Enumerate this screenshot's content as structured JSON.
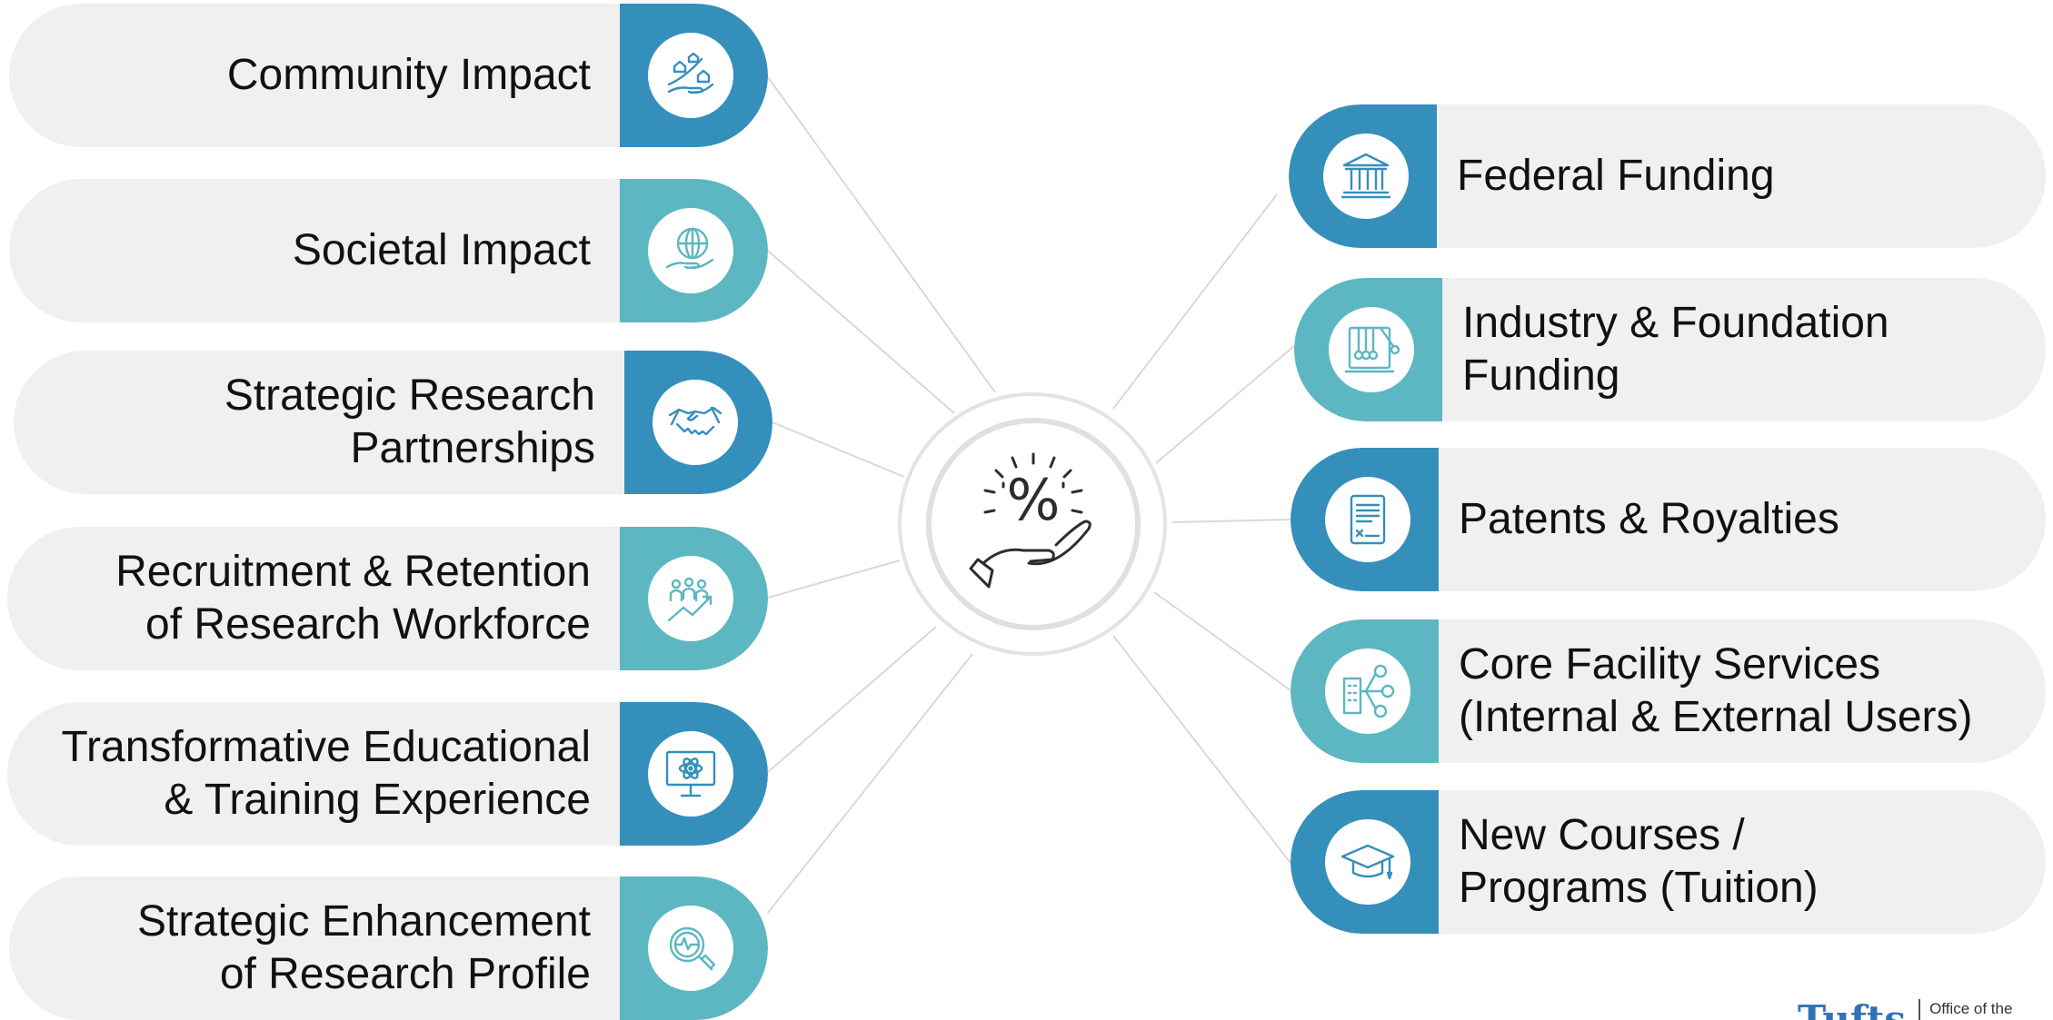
{
  "left_items": [
    {
      "lines": [
        "Community Impact"
      ],
      "icon": "community-hand-houses-icon",
      "tone": "dark"
    },
    {
      "lines": [
        "Societal Impact"
      ],
      "icon": "globe-hand-icon",
      "tone": "light"
    },
    {
      "lines": [
        "Strategic Research",
        "Partnerships"
      ],
      "icon": "handshake-icon",
      "tone": "dark"
    },
    {
      "lines": [
        "Recruitment & Retention",
        "of Research Workforce"
      ],
      "icon": "people-growth-icon",
      "tone": "light"
    },
    {
      "lines": [
        "Transformative Educational",
        "& Training Experience"
      ],
      "icon": "monitor-atom-icon",
      "tone": "dark"
    },
    {
      "lines": [
        "Strategic Enhancement",
        "of Research Profile"
      ],
      "icon": "magnifier-pulse-icon",
      "tone": "light"
    }
  ],
  "right_items": [
    {
      "lines": [
        "Federal Funding"
      ],
      "icon": "government-building-icon",
      "tone": "dark"
    },
    {
      "lines": [
        "Industry & Foundation",
        "Funding"
      ],
      "icon": "newtons-cradle-icon",
      "tone": "light"
    },
    {
      "lines": [
        "Patents & Royalties"
      ],
      "icon": "signed-document-icon",
      "tone": "dark"
    },
    {
      "lines": [
        "Core Facility Services",
        "(Internal & External Users)"
      ],
      "icon": "building-users-icon",
      "tone": "light"
    },
    {
      "lines": [
        "New Courses /",
        "Programs (Tuition)"
      ],
      "icon": "graduation-cap-icon",
      "tone": "dark"
    }
  ],
  "center": {
    "icon": "hand-percent-icon",
    "symbol": "%"
  },
  "footer": {
    "logo_text": "Tufts",
    "office_text": "Office of the"
  },
  "colors": {
    "dark_cap": "#358fbb",
    "light_cap": "#5cb7c2",
    "pill_bg": "#f0f0f0",
    "connector": "#d6d6d6"
  }
}
